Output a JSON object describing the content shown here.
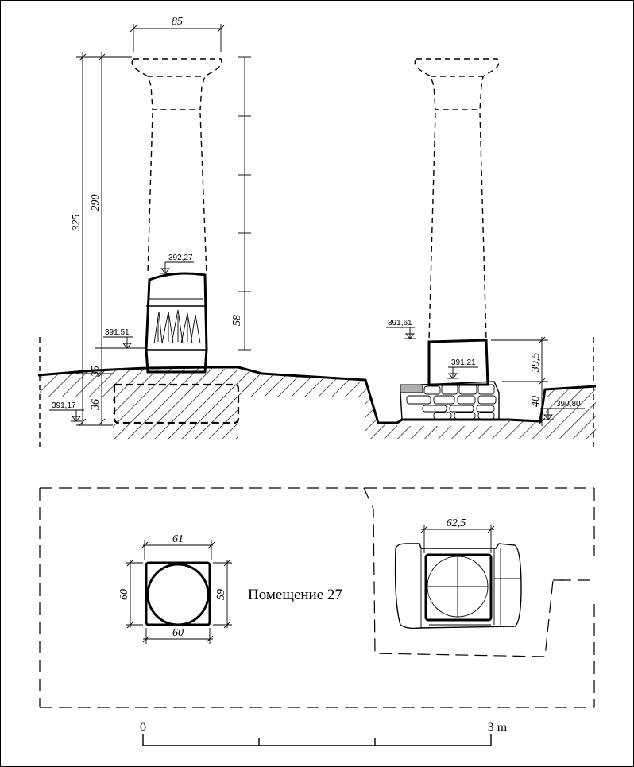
{
  "elevation": {
    "column_left": {
      "capital_width": "85",
      "total_height": "325",
      "column_height": "290",
      "fragment_height": "58",
      "base_height": "35",
      "foundation_depth": "36"
    },
    "column_right": {
      "base_height": "39,5",
      "foundation_height": "40"
    },
    "levels": {
      "left_top": "392,27",
      "left_base_top": "391,51",
      "left_foundation": "391,17",
      "right_base_top": "391,61",
      "right_foundation_top": "391,21",
      "right_ground": "390,80"
    }
  },
  "plan": {
    "room_label": "Помещение 27",
    "left_base": {
      "top_width": "61",
      "bottom_width": "60",
      "left_height": "60",
      "right_height": "59"
    },
    "right_base": {
      "width": "62,5"
    }
  },
  "scale_bar": {
    "start_label": "0",
    "end_label": "3 m"
  }
}
